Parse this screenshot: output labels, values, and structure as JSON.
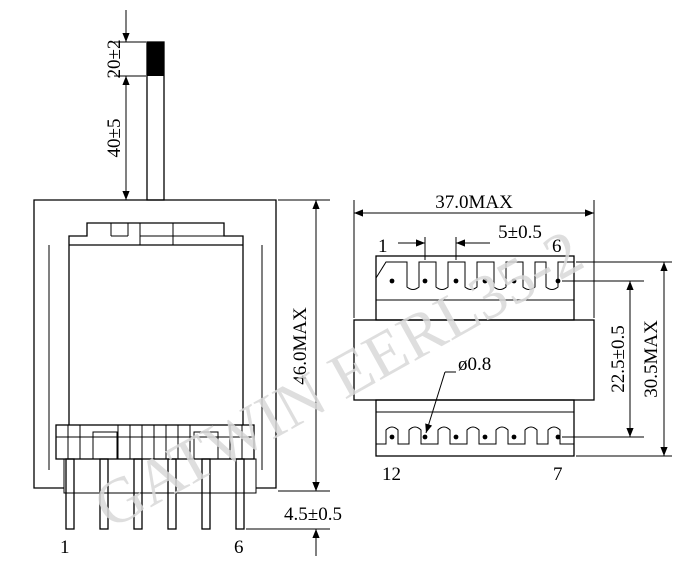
{
  "watermark": "GATWIN EERL35-2",
  "side_view": {
    "lead_length_dim": "40±5",
    "strip_length_dim": "20±2",
    "height_dim": "46.0MAX",
    "pin_length_dim": "4.5±0.5",
    "pin_first_label": "1",
    "pin_last_label": "6"
  },
  "bottom_view": {
    "width_dim": "37.0MAX",
    "pitch_dim": "5±0.5",
    "row_spacing_dim": "22.5±0.5",
    "depth_dim": "30.5MAX",
    "hole_dia_dim": "ø0.8",
    "top_left_pin": "1",
    "top_right_pin": "6",
    "bottom_left_pin": "12",
    "bottom_right_pin": "7"
  },
  "colors": {
    "line": "#000000",
    "watermark": "#d9d9d9",
    "background": "#ffffff"
  }
}
